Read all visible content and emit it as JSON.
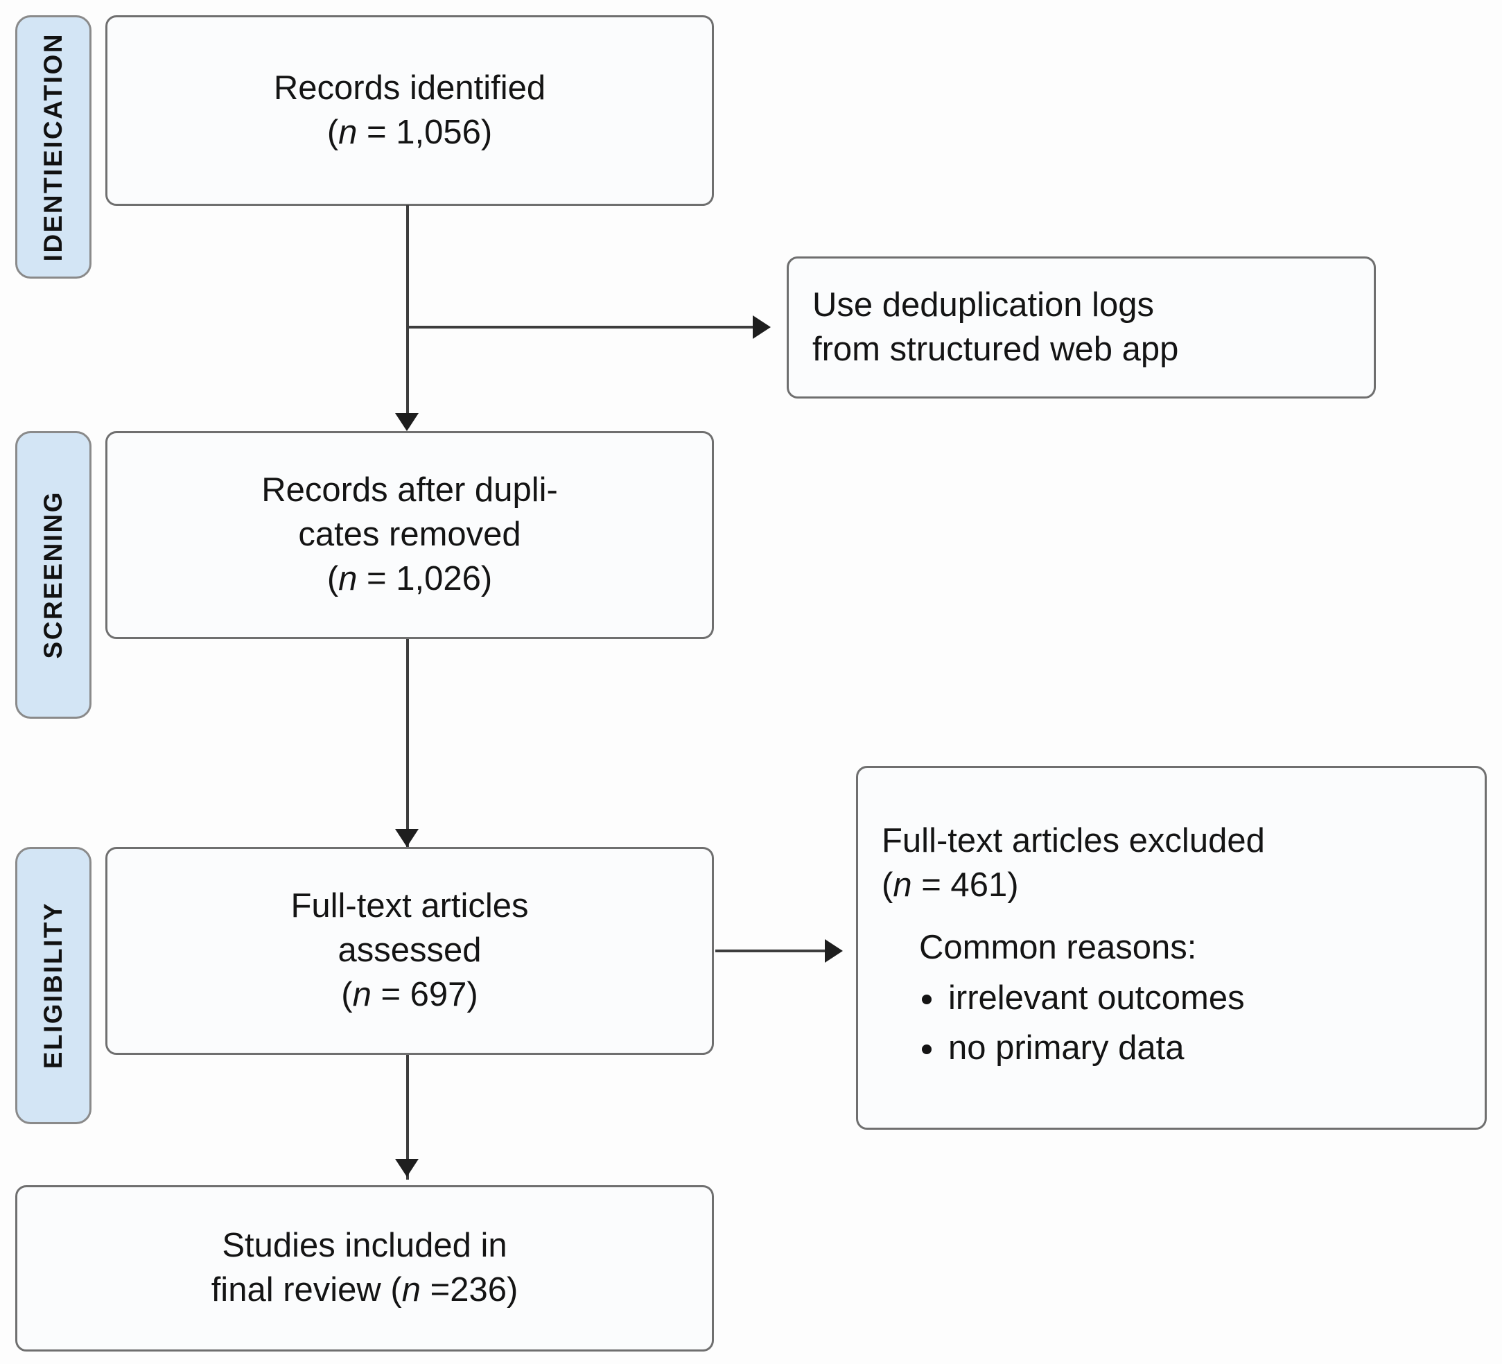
{
  "diagram": {
    "type": "prisma-flow-diagram",
    "title": "PRISMA study selection flow diagram",
    "background_color": "#fdfdfd",
    "stage_label_color": "#d3e5f5",
    "box_border_color": "#6f6f6f",
    "connector_color": "#3d3d3d"
  },
  "stages": [
    {
      "id": "identification",
      "label": "IDENTIEICATION"
    },
    {
      "id": "screening",
      "label": "SCREENING"
    },
    {
      "id": "eligibility",
      "label": "ELIGIBILITY"
    }
  ],
  "nodes": {
    "records_identified": {
      "id": "records-identified",
      "stage": "identification",
      "lines": [
        "Records identified"
      ],
      "count_prefix": "(",
      "count_italic": "n",
      "count_value": " = 1,056)",
      "n": 1056
    },
    "deduplication_note": {
      "id": "deduplication-note",
      "stage": "identification",
      "lines": [
        "Use deduplication logs",
        "from structured web app"
      ]
    },
    "records_after_duplicates": {
      "id": "records-after-duplicates-removed",
      "stage": "screening",
      "lines": [
        "Records after dupli-",
        "cates removed"
      ],
      "count_prefix": "(",
      "count_italic": "n",
      "count_value": " = 1,026)",
      "n": 1026
    },
    "fulltext_assessed": {
      "id": "full-text-articles-assessed",
      "stage": "eligibility",
      "lines": [
        "Full-text articles",
        "assessed"
      ],
      "count_prefix": "(",
      "count_italic": "n",
      "count_value": " = 697)",
      "n": 697
    },
    "fulltext_excluded": {
      "id": "full-text-articles-excluded",
      "stage": "eligibility",
      "lines": [
        "Full-text articles excluded"
      ],
      "count_prefix": "(",
      "count_italic": "n",
      "count_value": " = 461)",
      "n": 461,
      "reasons_heading": "Common reasons:",
      "reasons": [
        "irrelevant outcomes",
        "no primary data"
      ]
    },
    "studies_included": {
      "id": "studies-included-final-review",
      "stage": "included",
      "lines": [
        "Studies included in"
      ],
      "final_line_text": "final review (",
      "final_line_italic": "n",
      "final_line_tail": " =236)",
      "n": 236
    }
  },
  "flow": [
    {
      "from": "records_identified",
      "to": "records_after_duplicates",
      "direction": "down"
    },
    {
      "from": "records_identified",
      "to": "deduplication_note",
      "direction": "right"
    },
    {
      "from": "records_after_duplicates",
      "to": "fulltext_assessed",
      "direction": "down"
    },
    {
      "from": "fulltext_assessed",
      "to": "fulltext_excluded",
      "direction": "right"
    },
    {
      "from": "fulltext_assessed",
      "to": "studies_included",
      "direction": "down"
    }
  ]
}
